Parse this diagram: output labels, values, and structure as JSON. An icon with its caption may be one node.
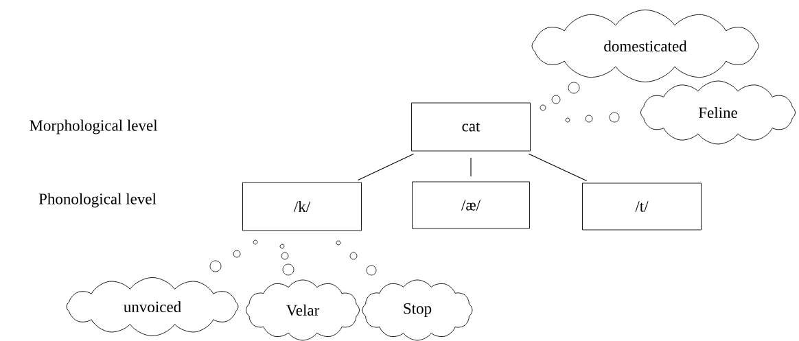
{
  "diagram": {
    "nodes": [
      {
        "text": [
          "cat"
        ]
      },
      {
        "text": [
          "/k/"
        ]
      },
      {
        "text": [
          "/æ/"
        ]
      },
      {
        "text": [
          "/t/"
        ]
      },
      {
        "text": [
          "domesticated"
        ]
      },
      {
        "text": [
          "Feline"
        ]
      },
      {
        "text": [
          "unvoiced"
        ]
      },
      {
        "text": [
          "Velar"
        ]
      },
      {
        "text": [
          "Stop"
        ]
      }
    ],
    "edges": [
      {
        "from": 0,
        "to": 1,
        "arrow": "none"
      },
      {
        "from": 0,
        "to": 2,
        "arrow": "none"
      },
      {
        "from": 0,
        "to": 3,
        "arrow": "none"
      }
    ],
    "labels": [
      "Morphological level",
      "Phonological level"
    ]
  }
}
